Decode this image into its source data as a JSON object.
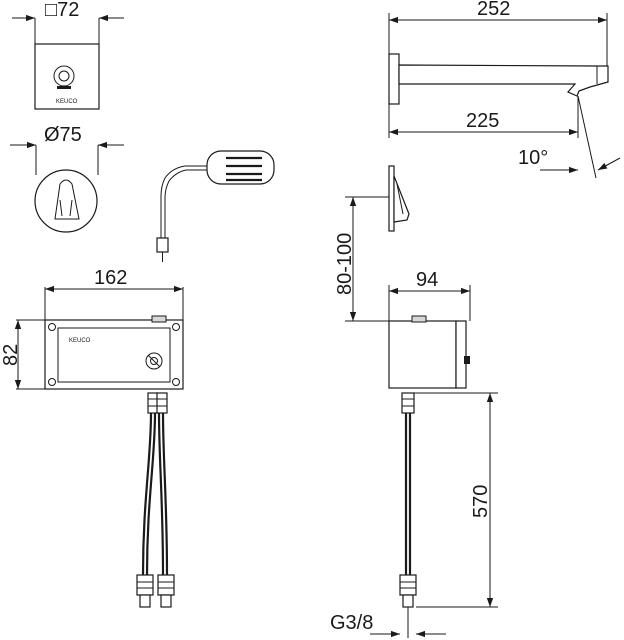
{
  "dimensions": {
    "square_cover": "□72",
    "round_rosette": "Ø75",
    "box_width": "162",
    "box_height": "82",
    "spout_length": "252",
    "spout_reach": "225",
    "spout_angle": "10°",
    "wall_distance": "80-100",
    "box_depth": "94",
    "hose_length": "570",
    "thread": "G3/8"
  },
  "brand": {
    "logo": "KEUCO"
  },
  "colors": {
    "line": "#1a1a1a",
    "background": "#ffffff"
  }
}
